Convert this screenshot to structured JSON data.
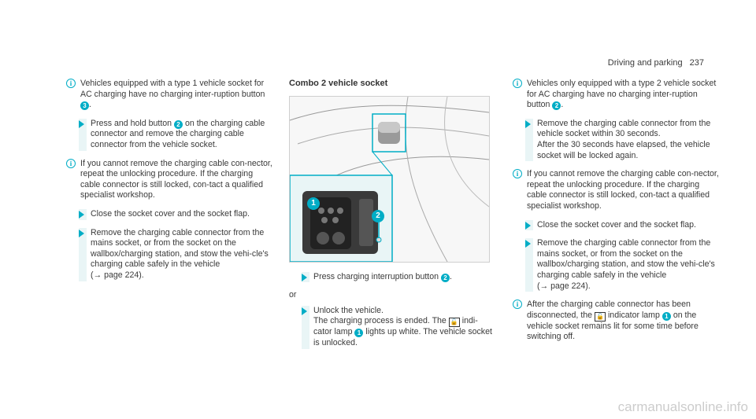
{
  "header": {
    "section": "Driving and parking",
    "page": "237"
  },
  "col1": {
    "info1": {
      "pre": "Vehicles equipped with a type 1 vehicle socket for AC charging have no charging inter-ruption button",
      "num": "3",
      "post": "."
    },
    "step1": {
      "pre": "Press and hold button",
      "num": "2",
      "post": "on the charging cable connector and remove the charging cable connector from the vehicle socket."
    },
    "info2": "If you cannot remove the charging cable con-nector, repeat the unlocking procedure. If the charging cable connector is still locked, con-tact a qualified specialist workshop.",
    "step2": "Close the socket cover and the socket flap.",
    "step3": {
      "text": "Remove the charging cable connector from the mains socket, or from the socket on the wallbox/charging station, and stow the vehi-cle's charging cable safely in the vehicle",
      "ref": "(→ page 224)."
    }
  },
  "col2": {
    "title": "Combo 2 vehicle socket",
    "figure": {
      "callouts": [
        "1",
        "2"
      ]
    },
    "step1": {
      "pre": "Press charging interruption button",
      "num": "2",
      "post": "."
    },
    "or": "or",
    "step2": {
      "line1": "Unlock the vehicle.",
      "pre": "The charging process is ended. The",
      "lock_symbol": "🔓",
      "mid": "indi-cator lamp",
      "num": "1",
      "post": "lights up white. The vehicle socket is unlocked."
    }
  },
  "col3": {
    "info1": {
      "pre": "Vehicles only equipped with a type 2 vehicle socket for AC charging have no charging inter-ruption button",
      "num": "2",
      "post": "."
    },
    "step1": {
      "text": "Remove the charging cable connector from the vehicle socket within 30 seconds.",
      "text2": "After the 30 seconds have elapsed, the vehicle socket will be locked again."
    },
    "info2": "If you cannot remove the charging cable con-nector, repeat the unlocking procedure. If the charging cable connector is still locked, con-tact a qualified specialist workshop.",
    "step2": "Close the socket cover and the socket flap.",
    "step3": {
      "text": "Remove the charging cable connector from the mains socket, or from the socket on the wallbox/charging station, and stow the vehi-cle's charging cable safely in the vehicle",
      "ref": "(→ page 224)."
    },
    "info3": {
      "pre": "After the charging cable connector has been disconnected, the",
      "lock_symbol": "🔓",
      "mid": "indicator lamp",
      "num": "1",
      "post": "on the vehicle socket remains lit for some time before switching off."
    }
  },
  "footer": {
    "watermark": "carmanualsonline.info"
  },
  "colors": {
    "accent": "#00adc6",
    "bar": "#e9f5f6",
    "text": "#3a3a3a"
  }
}
